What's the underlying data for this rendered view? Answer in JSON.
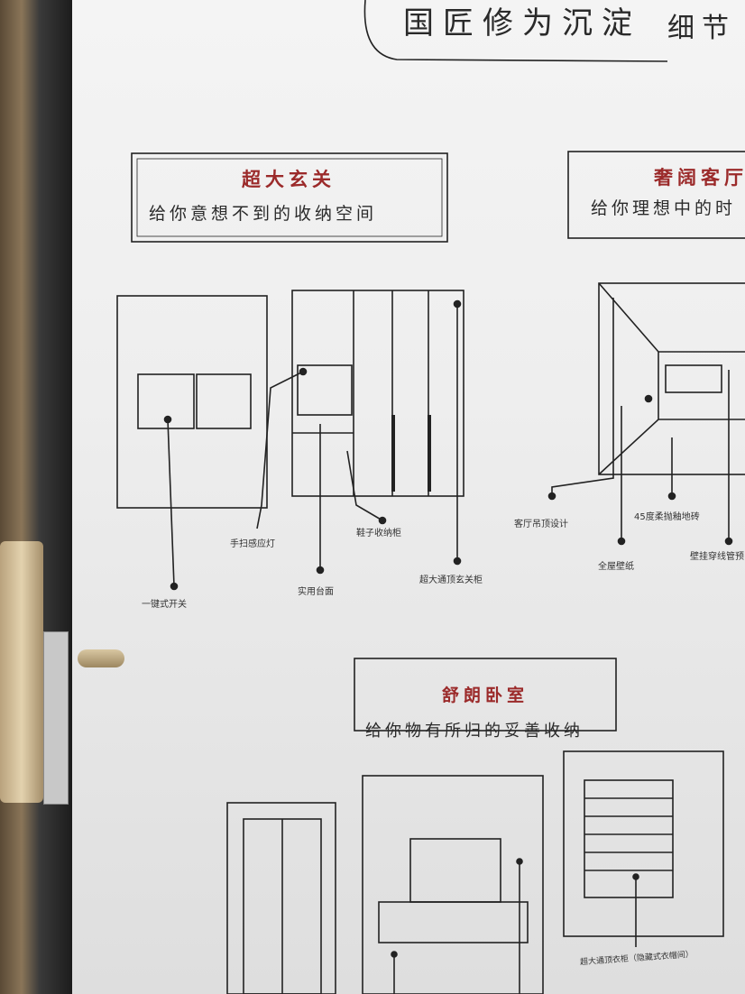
{
  "header": {
    "title": "国匠修为沉淀",
    "subtitle": "细节"
  },
  "sections": {
    "entry": {
      "title": "超大玄关",
      "subtitle": "给你意想不到的收纳空间",
      "labels": [
        "一键式开关",
        "手扫感应灯",
        "实用台面",
        "鞋子收纳柜",
        "超大通顶玄关柜"
      ]
    },
    "living": {
      "title": "奢阔客厅",
      "subtitle": "给你理想中的时",
      "labels": [
        "客厅吊顶设计",
        "全屋壁纸",
        "45度柔抛釉地砖",
        "壁挂穿线管预"
      ]
    },
    "bedroom": {
      "title": "舒朗卧室",
      "subtitle": "给你物有所归的妥善收纳",
      "labels": [
        "超大通顶衣柜（隐藏式衣帽间）"
      ]
    }
  },
  "colors": {
    "accent": "#9b2a2a",
    "line": "#222222",
    "poster": "#f0f0f0"
  }
}
